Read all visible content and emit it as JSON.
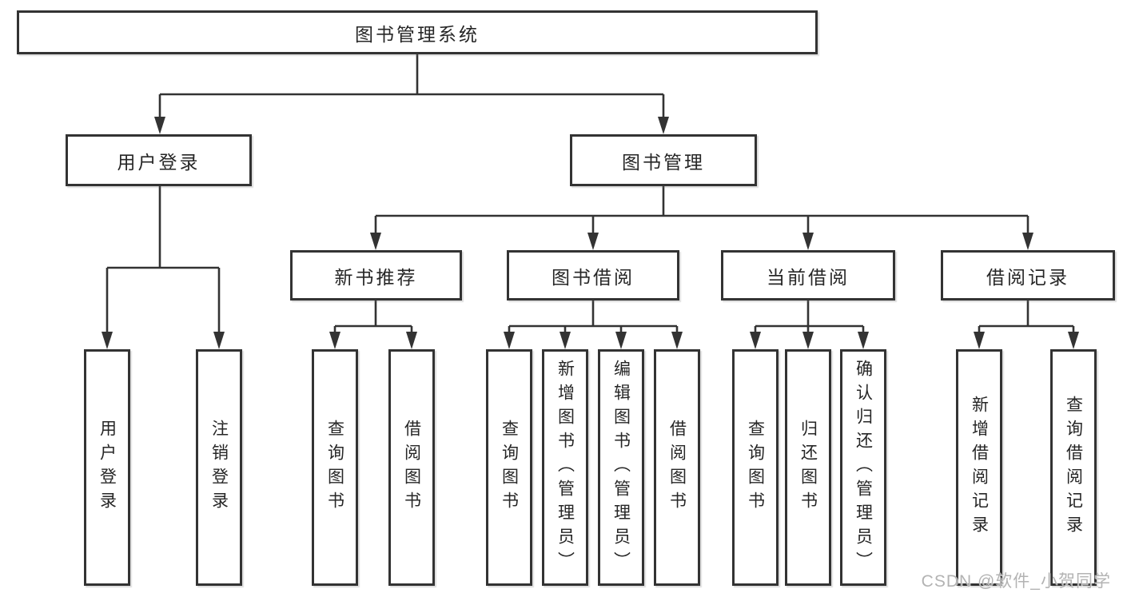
{
  "colors": {
    "line": "#333333",
    "text": "#262626",
    "background": "#ffffff",
    "watermark": "#b3b3b3"
  },
  "diagram": {
    "root": {
      "label": "图书管理系统"
    },
    "branches": [
      {
        "label": "用户登录",
        "children": [
          {
            "label": "用户登录"
          },
          {
            "label": "注销登录"
          }
        ]
      },
      {
        "label": "图书管理",
        "children": [
          {
            "label": "新书推荐",
            "children": [
              {
                "label": "查询图书"
              },
              {
                "label": "借阅图书"
              }
            ]
          },
          {
            "label": "图书借阅",
            "children": [
              {
                "label": "查询图书"
              },
              {
                "label": "新增图书（管理员）"
              },
              {
                "label": "编辑图书（管理员）"
              },
              {
                "label": "借阅图书"
              }
            ]
          },
          {
            "label": "当前借阅",
            "children": [
              {
                "label": "查询图书"
              },
              {
                "label": "归还图书"
              },
              {
                "label": "确认归还（管理员）"
              }
            ]
          },
          {
            "label": "借阅记录",
            "children": [
              {
                "label": "新增借阅记录"
              },
              {
                "label": "查询借阅记录"
              }
            ]
          }
        ]
      }
    ]
  },
  "watermark": {
    "text": "CSDN @软件_小贺同学"
  }
}
